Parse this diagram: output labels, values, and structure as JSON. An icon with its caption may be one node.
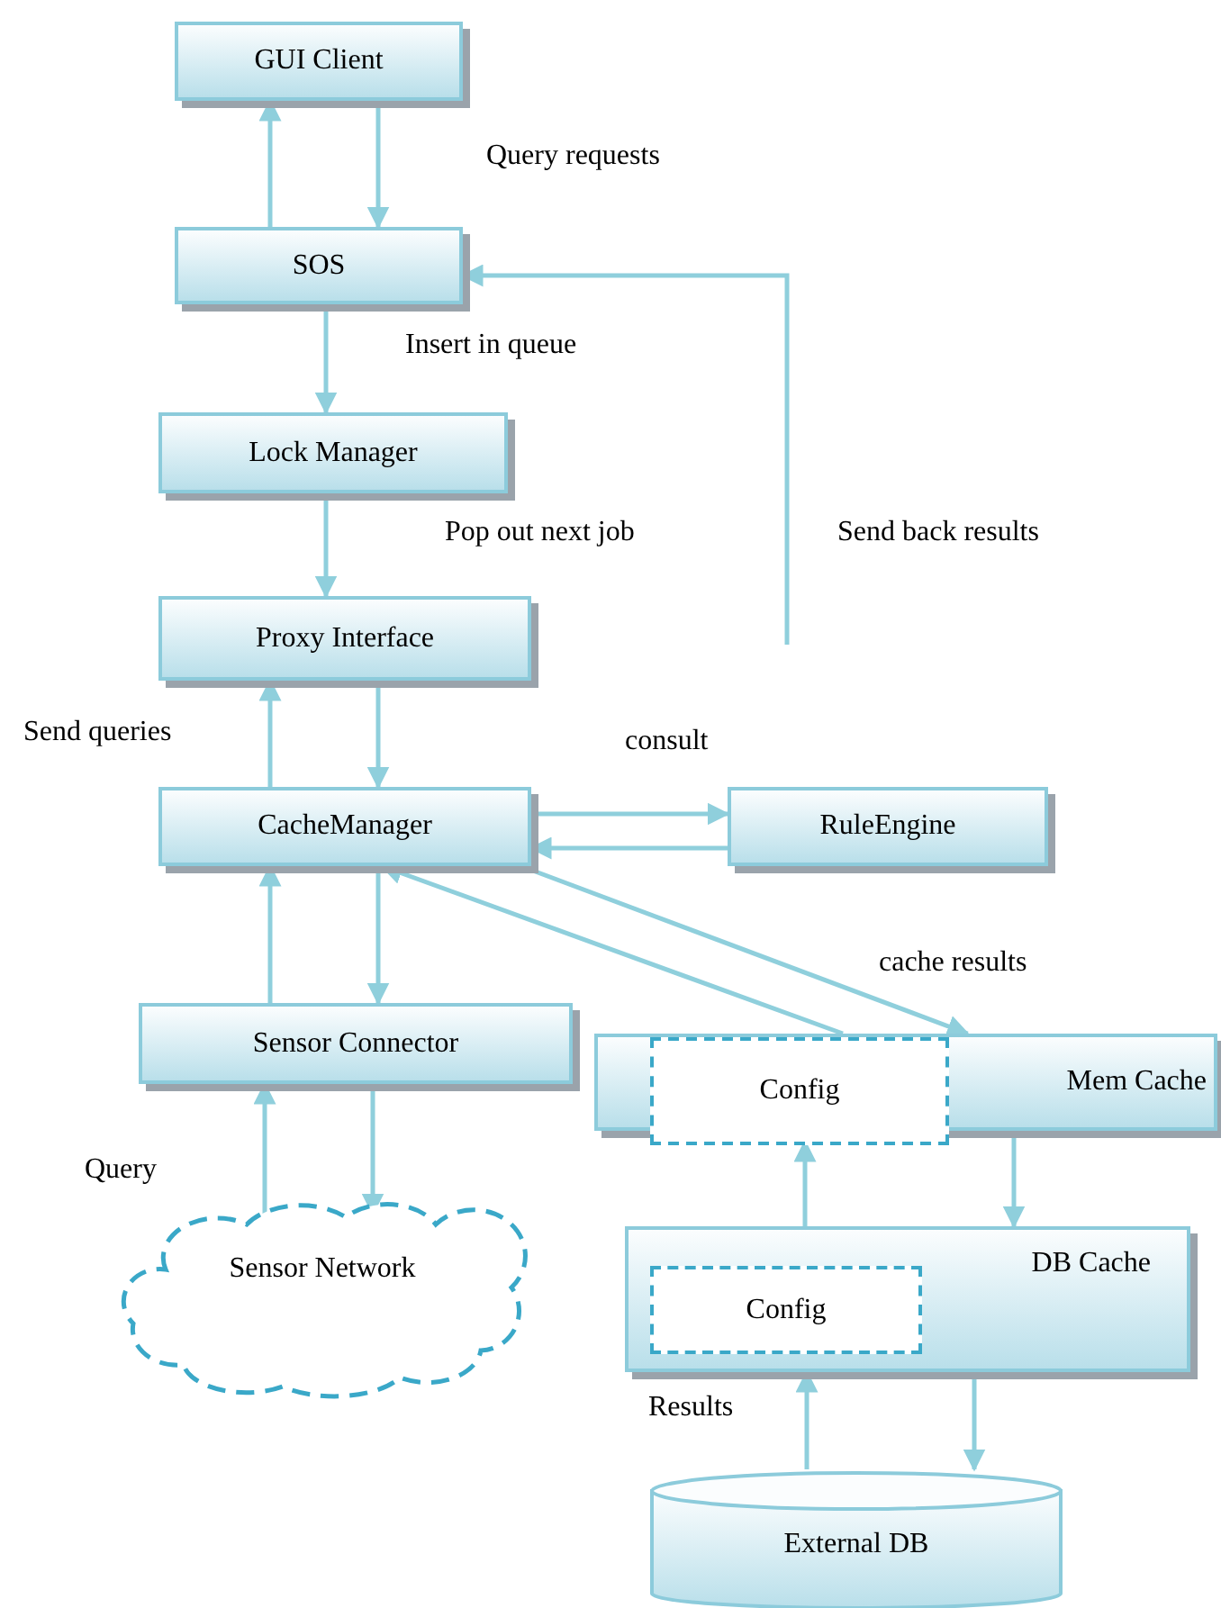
{
  "diagram": {
    "nodes": [
      {
        "text": [
          "GUI Client"
        ]
      },
      {
        "text": [
          "SOS"
        ]
      },
      {
        "text": [
          "Lock Manager"
        ]
      },
      {
        "text": [
          "Proxy Interface"
        ]
      },
      {
        "text": [
          "CacheManager"
        ]
      },
      {
        "text": [
          "RuleEngine"
        ]
      },
      {
        "text": [
          "Sensor Connector"
        ]
      },
      {
        "text": [
          "Sensor Network"
        ]
      },
      {
        "text": [
          "Mem Cache"
        ]
      },
      {
        "text": [
          "Config"
        ],
        "in": 8
      },
      {
        "text": [
          "DB Cache"
        ]
      },
      {
        "text": [
          "Config"
        ],
        "in": 10
      },
      {
        "text": [
          "External DB"
        ]
      }
    ],
    "edges": [
      {
        "from": 1,
        "to": 0,
        "arrow": "to"
      },
      {
        "from": 0,
        "to": 1,
        "arrow": "to",
        "label": "Query requests"
      },
      {
        "from": 1,
        "to": 2,
        "arrow": "to",
        "label": "Insert in queue"
      },
      {
        "from": 2,
        "to": 3,
        "arrow": "to",
        "label": "Pop out next job"
      },
      {
        "from": null,
        "to": 1,
        "arrow": "to",
        "label": "Send back results"
      },
      {
        "from": 4,
        "to": 3,
        "arrow": "to",
        "label": "Send queries"
      },
      {
        "from": 3,
        "to": 4,
        "arrow": "to"
      },
      {
        "from": 4,
        "to": 5,
        "arrow": "to",
        "label": "consult"
      },
      {
        "from": 5,
        "to": 4,
        "arrow": "to"
      },
      {
        "from": 4,
        "to": 8,
        "arrow": "to",
        "label": "cache results"
      },
      {
        "from": 8,
        "to": 4,
        "arrow": "to"
      },
      {
        "from": 4,
        "to": 6,
        "arrow": "to"
      },
      {
        "from": 6,
        "to": 4,
        "arrow": "to"
      },
      {
        "from": 7,
        "to": 6,
        "arrow": "to",
        "label": "Query"
      },
      {
        "from": 6,
        "to": 7,
        "arrow": "to"
      },
      {
        "from": 10,
        "to": 9,
        "arrow": "to"
      },
      {
        "from": 8,
        "to": 10,
        "arrow": "to"
      },
      {
        "from": 12,
        "to": 10,
        "arrow": "to",
        "label": "Results"
      },
      {
        "from": 10,
        "to": 12,
        "arrow": "to"
      }
    ]
  }
}
